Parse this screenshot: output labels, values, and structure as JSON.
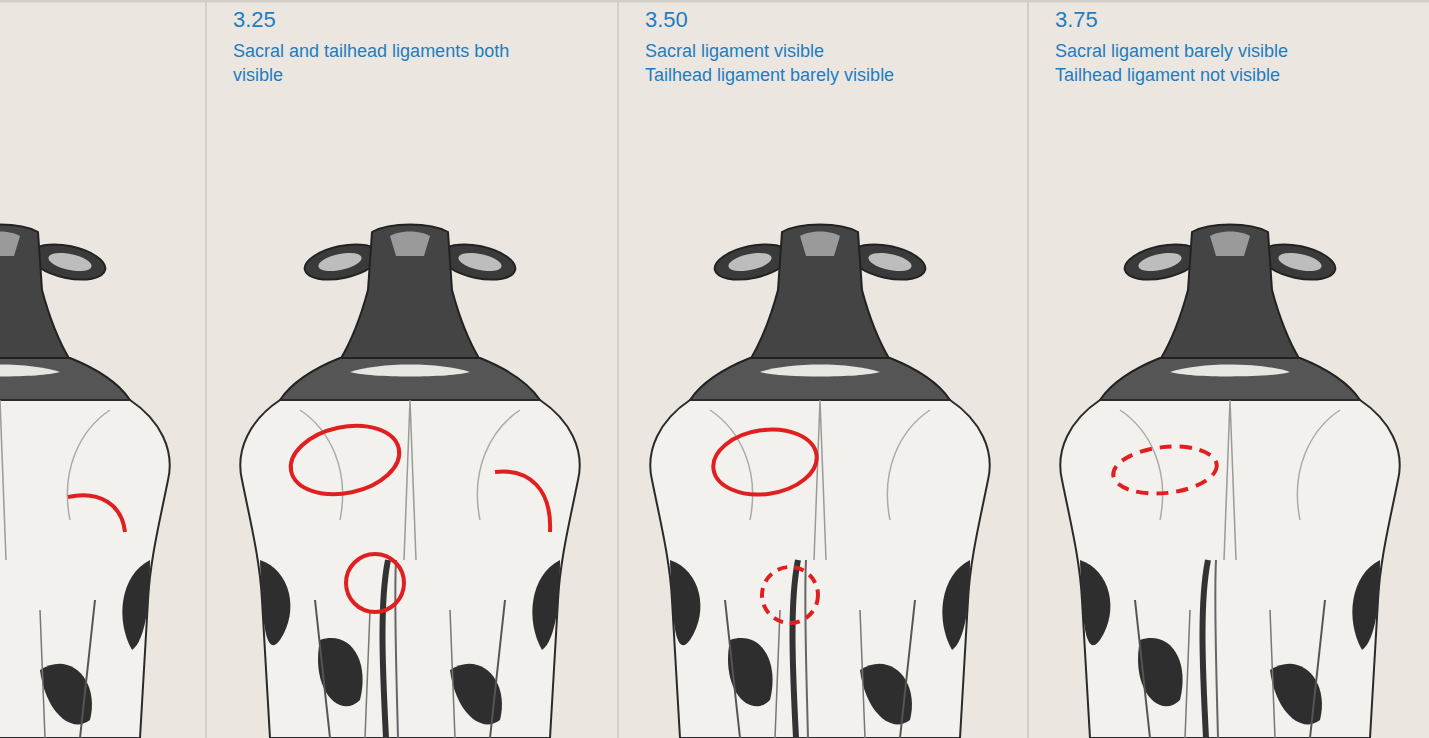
{
  "diagram": {
    "nodes": [
      {
        "text": [
          "3.25",
          "Sacral and tailhead ligaments both visible"
        ]
      },
      {
        "text": [
          "3.50",
          "Sacral ligament visible",
          "Tailhead ligament barely visible"
        ]
      },
      {
        "text": [
          "3.75",
          "Sacral ligament barely visible",
          "Tailhead ligament not visible"
        ]
      }
    ]
  }
}
